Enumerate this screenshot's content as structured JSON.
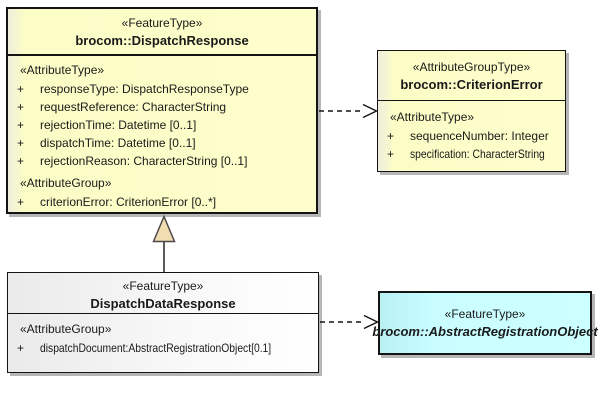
{
  "nodes": {
    "dispatchResponse": {
      "stereotype": "«FeatureType»",
      "name": "brocom::DispatchResponse",
      "attrTypeHeading": "«AttributeType»",
      "attributes": [
        {
          "vis": "+",
          "text": "responseType: DispatchResponseType"
        },
        {
          "vis": "+",
          "text": "requestReference: CharacterString"
        },
        {
          "vis": "+",
          "text": "rejectionTime: Datetime [0..1]"
        },
        {
          "vis": "+",
          "text": "dispatchTime: Datetime [0..1]"
        },
        {
          "vis": "+",
          "text": "rejectionReason: CharacterString [0..1]"
        }
      ],
      "attrGroupHeading": "«AttributeGroup»",
      "groupAttributes": [
        {
          "vis": "+",
          "text": "criterionError: CriterionError [0..*]"
        }
      ]
    },
    "criterionError": {
      "stereotype": "«AttributeGroupType»",
      "name": "brocom::CriterionError",
      "attrTypeHeading": "«AttributeType»",
      "attributes": [
        {
          "vis": "+",
          "text": "sequenceNumber: Integer"
        },
        {
          "vis": "+",
          "text": "specification: CharacterString"
        }
      ]
    },
    "dispatchDataResponse": {
      "stereotype": "«FeatureType»",
      "name": "DispatchDataResponse",
      "attrGroupHeading": "«AttributeGroup»",
      "groupAttributes": [
        {
          "vis": "+",
          "text": "dispatchDocument:AbstractRegistrationObject[0.1]"
        }
      ]
    },
    "abstractRegistrationObject": {
      "stereotype": "«FeatureType»",
      "name": "brocom::AbstractRegistrationObject"
    }
  },
  "connectors": [
    {
      "type": "generalization",
      "from": "DispatchDataResponse",
      "to": "brocom::DispatchResponse"
    },
    {
      "type": "dashed-dependency",
      "from": "brocom::DispatchResponse",
      "to": "brocom::CriterionError"
    },
    {
      "type": "dashed-dependency",
      "from": "DispatchDataResponse",
      "to": "brocom::AbstractRegistrationObject"
    }
  ],
  "colors": {
    "featureFill": "#fefecd",
    "neutralFill": "#f5f5f5",
    "abstractFill": "#ccffff",
    "border": "#141414",
    "shadow": "#b6b6b6",
    "generalizationArrowFill": "#f2ddb1",
    "background": "#ffffff"
  }
}
